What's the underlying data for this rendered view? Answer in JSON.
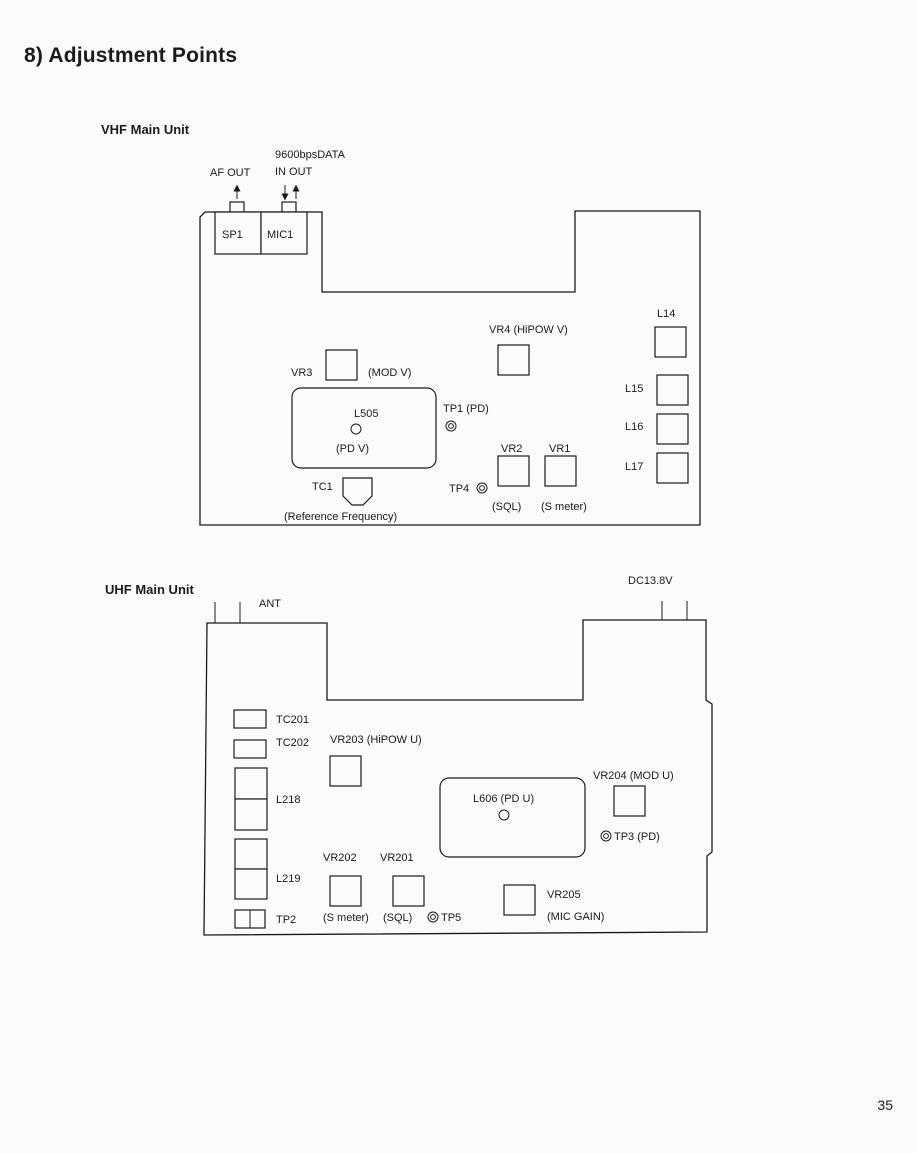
{
  "page": {
    "title": "8) Adjustment Points",
    "page_number": "35"
  },
  "vhf": {
    "title": "VHF Main Unit",
    "af_out": "AF OUT",
    "data_top": "9600bpsDATA",
    "data_bottom": "IN OUT",
    "sp1": "SP1",
    "mic1": "MIC1",
    "l14": "L14",
    "vr4": "VR4 (HiPOW V)",
    "vr3": "VR3",
    "mod_v": "(MOD V)",
    "l15": "L15",
    "l505": "L505",
    "pd_v": "(PD V)",
    "tp1": "TP1 (PD)",
    "l16": "L16",
    "vr2": "VR2",
    "vr1": "VR1",
    "l17": "L17",
    "tc1": "TC1",
    "tp4": "TP4",
    "sql": "(SQL)",
    "s_meter": "(S meter)",
    "ref_freq": "(Reference Frequency)"
  },
  "uhf": {
    "title": "UHF Main Unit",
    "ant": "ANT",
    "dc": "DC13.8V",
    "tc201": "TC201",
    "tc202": "TC202",
    "vr203": "VR203 (HiPOW U)",
    "vr204": "VR204 (MOD U)",
    "l218": "L218",
    "l606": "L606 (PD U)",
    "tp3": "TP3 (PD)",
    "vr202": "VR202",
    "vr201": "VR201",
    "l219": "L219",
    "vr205": "VR205",
    "tp2": "TP2",
    "s_meter": "(S meter)",
    "sql": "(SQL)",
    "tp5": "TP5",
    "mic_gain": "(MIC GAIN)"
  }
}
